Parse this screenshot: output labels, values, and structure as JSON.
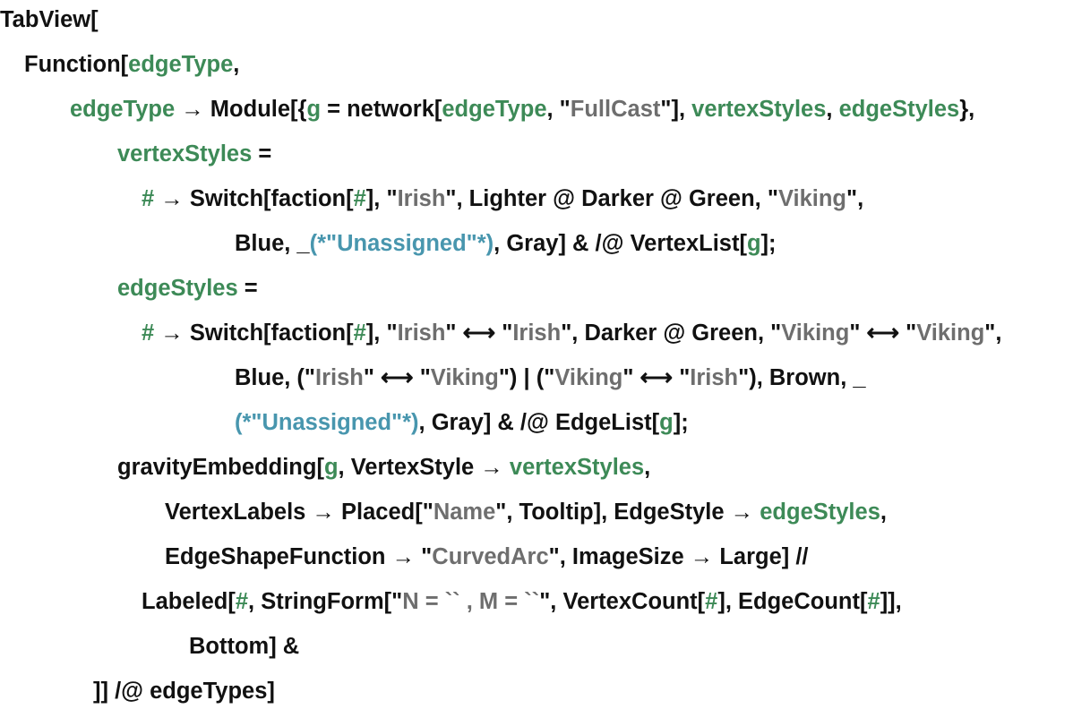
{
  "code": {
    "lines": [
      [
        {
          "t": "TabView[",
          "c": "k"
        }
      ],
      [
        {
          "t": "Function[",
          "c": "k"
        },
        {
          "t": "edgeType",
          "c": "v"
        },
        {
          "t": ",",
          "c": "k"
        }
      ],
      [
        {
          "t": "edgeType",
          "c": "v"
        },
        {
          "t": " → Module[{",
          "c": "k"
        },
        {
          "t": "g",
          "c": "v"
        },
        {
          "t": " = network[",
          "c": "k"
        },
        {
          "t": "edgeType",
          "c": "v"
        },
        {
          "t": ", \"",
          "c": "k"
        },
        {
          "t": "FullCast",
          "c": "s"
        },
        {
          "t": "\"], ",
          "c": "k"
        },
        {
          "t": "vertexStyles",
          "c": "v"
        },
        {
          "t": ", ",
          "c": "k"
        },
        {
          "t": "edgeStyles",
          "c": "v"
        },
        {
          "t": "},",
          "c": "k"
        }
      ],
      [
        {
          "t": "vertexStyles",
          "c": "v"
        },
        {
          "t": " =",
          "c": "k"
        }
      ],
      [
        {
          "t": "#",
          "c": "v"
        },
        {
          "t": " → Switch[faction[",
          "c": "k"
        },
        {
          "t": "#",
          "c": "v"
        },
        {
          "t": "], \"",
          "c": "k"
        },
        {
          "t": "Irish",
          "c": "s"
        },
        {
          "t": "\", Lighter @ Darker @ Green, \"",
          "c": "k"
        },
        {
          "t": "Viking",
          "c": "s"
        },
        {
          "t": "\",",
          "c": "k"
        }
      ],
      [
        {
          "t": "Blue, _",
          "c": "k"
        },
        {
          "t": "(*\"Unassigned\"*)",
          "c": "c"
        },
        {
          "t": ", Gray] & /@ VertexList[",
          "c": "k"
        },
        {
          "t": "g",
          "c": "v"
        },
        {
          "t": "];",
          "c": "k"
        }
      ],
      [
        {
          "t": "edgeStyles",
          "c": "v"
        },
        {
          "t": " =",
          "c": "k"
        }
      ],
      [
        {
          "t": "#",
          "c": "v"
        },
        {
          "t": " → Switch[faction[",
          "c": "k"
        },
        {
          "t": "#",
          "c": "v"
        },
        {
          "t": "], \"",
          "c": "k"
        },
        {
          "t": "Irish",
          "c": "s"
        },
        {
          "t": "\" ⟷ \"",
          "c": "k"
        },
        {
          "t": "Irish",
          "c": "s"
        },
        {
          "t": "\", Darker @ Green, \"",
          "c": "k"
        },
        {
          "t": "Viking",
          "c": "s"
        },
        {
          "t": "\" ⟷ \"",
          "c": "k"
        },
        {
          "t": "Viking",
          "c": "s"
        },
        {
          "t": "\",",
          "c": "k"
        }
      ],
      [
        {
          "t": "Blue, (\"",
          "c": "k"
        },
        {
          "t": "Irish",
          "c": "s"
        },
        {
          "t": "\" ⟷ \"",
          "c": "k"
        },
        {
          "t": "Viking",
          "c": "s"
        },
        {
          "t": "\") | (\"",
          "c": "k"
        },
        {
          "t": "Viking",
          "c": "s"
        },
        {
          "t": "\" ⟷ \"",
          "c": "k"
        },
        {
          "t": "Irish",
          "c": "s"
        },
        {
          "t": "\"), Brown, _",
          "c": "k"
        }
      ],
      [
        {
          "t": "(*\"Unassigned\"*)",
          "c": "c"
        },
        {
          "t": ", Gray] & /@ EdgeList[",
          "c": "k"
        },
        {
          "t": "g",
          "c": "v"
        },
        {
          "t": "];",
          "c": "k"
        }
      ],
      [
        {
          "t": "gravityEmbedding[",
          "c": "k"
        },
        {
          "t": "g",
          "c": "v"
        },
        {
          "t": ", VertexStyle → ",
          "c": "k"
        },
        {
          "t": "vertexStyles",
          "c": "v"
        },
        {
          "t": ",",
          "c": "k"
        }
      ],
      [
        {
          "t": "VertexLabels → Placed[\"",
          "c": "k"
        },
        {
          "t": "Name",
          "c": "s"
        },
        {
          "t": "\", Tooltip], EdgeStyle → ",
          "c": "k"
        },
        {
          "t": "edgeStyles",
          "c": "v"
        },
        {
          "t": ",",
          "c": "k"
        }
      ],
      [
        {
          "t": "EdgeShapeFunction → \"",
          "c": "k"
        },
        {
          "t": "CurvedArc",
          "c": "s"
        },
        {
          "t": "\", ImageSize → Large] //",
          "c": "k"
        }
      ],
      [
        {
          "t": "Labeled[",
          "c": "k"
        },
        {
          "t": "#",
          "c": "v"
        },
        {
          "t": ", StringForm[\"",
          "c": "k"
        },
        {
          "t": "N = `` , M = ``",
          "c": "s"
        },
        {
          "t": "\", VertexCount[",
          "c": "k"
        },
        {
          "t": "#",
          "c": "v"
        },
        {
          "t": "], EdgeCount[",
          "c": "k"
        },
        {
          "t": "#",
          "c": "v"
        },
        {
          "t": "]],",
          "c": "k"
        }
      ],
      [
        {
          "t": "Bottom] &",
          "c": "k"
        }
      ],
      [
        {
          "t": "]] /@ edgeTypes]",
          "c": "k"
        }
      ]
    ]
  }
}
